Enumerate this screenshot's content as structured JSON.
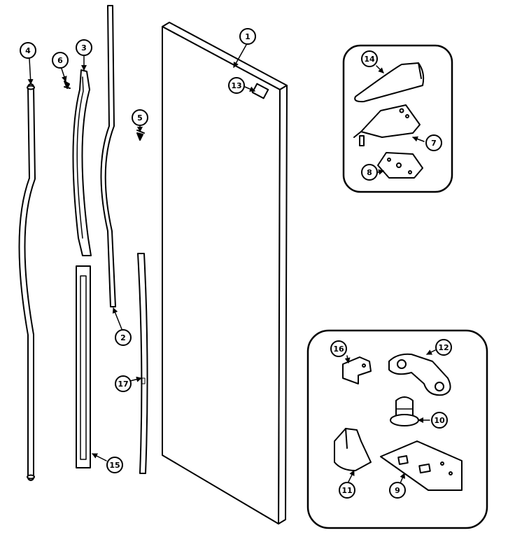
{
  "diagram": {
    "callouts": [
      {
        "id": "c1",
        "label": "1"
      },
      {
        "id": "c2",
        "label": "2"
      },
      {
        "id": "c3",
        "label": "3"
      },
      {
        "id": "c4",
        "label": "4"
      },
      {
        "id": "c5",
        "label": "5"
      },
      {
        "id": "c6",
        "label": "6"
      },
      {
        "id": "c7",
        "label": "7"
      },
      {
        "id": "c8",
        "label": "8"
      },
      {
        "id": "c9",
        "label": "9"
      },
      {
        "id": "c10",
        "label": "10"
      },
      {
        "id": "c11",
        "label": "11"
      },
      {
        "id": "c12",
        "label": "12"
      },
      {
        "id": "c13",
        "label": "13"
      },
      {
        "id": "c14",
        "label": "14"
      },
      {
        "id": "c15",
        "label": "15"
      },
      {
        "id": "c16",
        "label": "16"
      },
      {
        "id": "c17",
        "label": "17"
      }
    ]
  }
}
